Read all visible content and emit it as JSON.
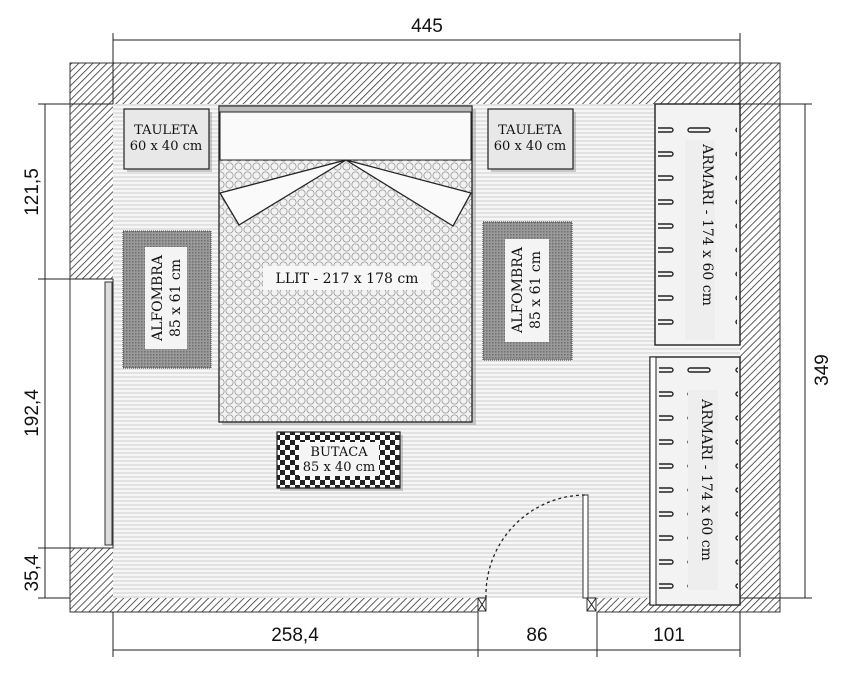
{
  "plan": {
    "furniture": {
      "tauleta_left": {
        "name": "TAULETA",
        "size": "60 x 40 cm"
      },
      "tauleta_right": {
        "name": "TAULETA",
        "size": "60 x 40 cm"
      },
      "bed": {
        "label": "LLIT - 217 x 178 cm"
      },
      "alfombra_left": {
        "name": "ALFOMBRA",
        "size": "85 x 61 cm"
      },
      "alfombra_right": {
        "name": "ALFOMBRA",
        "size": "85 x 61 cm"
      },
      "butaca": {
        "name": "BUTACA",
        "size": "85 x 40 cm"
      },
      "armari_top": {
        "label": "ARMARI - 174 x 60 cm"
      },
      "armari_bottom": {
        "label": "ARMARI - 174 x 60 cm"
      }
    },
    "dimensions": {
      "top_width": "445",
      "right_height": "349",
      "left_top": "121,5",
      "left_window": "192,4",
      "left_bottom": "35,4",
      "bottom_left": "258,4",
      "bottom_door": "86",
      "bottom_right": "101"
    }
  }
}
